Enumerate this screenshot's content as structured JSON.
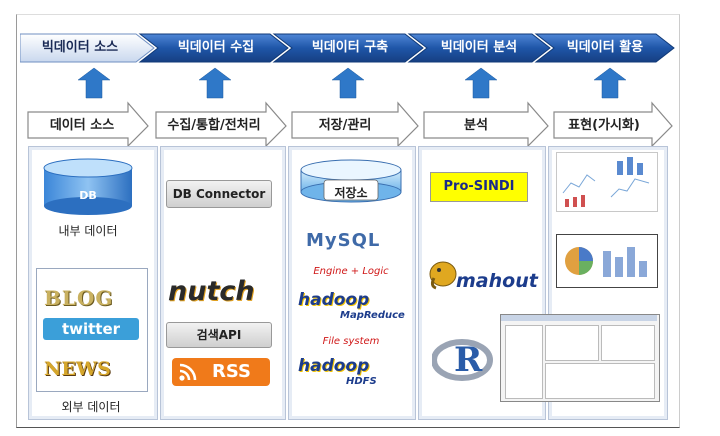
{
  "stages": [
    {
      "label": "빅데이터 소스"
    },
    {
      "label": "빅데이터 수집"
    },
    {
      "label": "빅데이터 구축"
    },
    {
      "label": "빅데이터 분석"
    },
    {
      "label": "빅데이터 활용"
    }
  ],
  "functions": [
    {
      "label": "데이터 소스"
    },
    {
      "label": "수집/통합/전처리"
    },
    {
      "label": "저장/관리"
    },
    {
      "label": "분석"
    },
    {
      "label": "표현(가시화)"
    }
  ],
  "source": {
    "db_label": "DB",
    "internal_label": "내부 데이터",
    "external_label": "외부 데이터",
    "logos": [
      "BLOG",
      "twitter",
      "NEWS"
    ]
  },
  "collect": {
    "db_connector": "DB Connector",
    "nutch": "nutch",
    "search_api": "검색API",
    "rss": "RSS"
  },
  "store": {
    "storage_label": "저장소",
    "mysql": "MySQL",
    "engine_logic": "Engine + Logic",
    "hadoop_mr_title": "hadoop",
    "hadoop_mr_sub": "MapReduce",
    "file_system": "File system",
    "hadoop_hdfs_title": "hadoop",
    "hadoop_hdfs_sub": "HDFS"
  },
  "analyze": {
    "prosindi": "Pro-SINDI",
    "mahout": "mahout",
    "r": "R"
  },
  "colors": {
    "arrow_blue": "#1f4fa0",
    "arrow_first": "#dfe8f5",
    "up_arrow": "#2f78c8",
    "prosindi_bg": "#ffff00",
    "rss_orange": "#f07a1a"
  }
}
